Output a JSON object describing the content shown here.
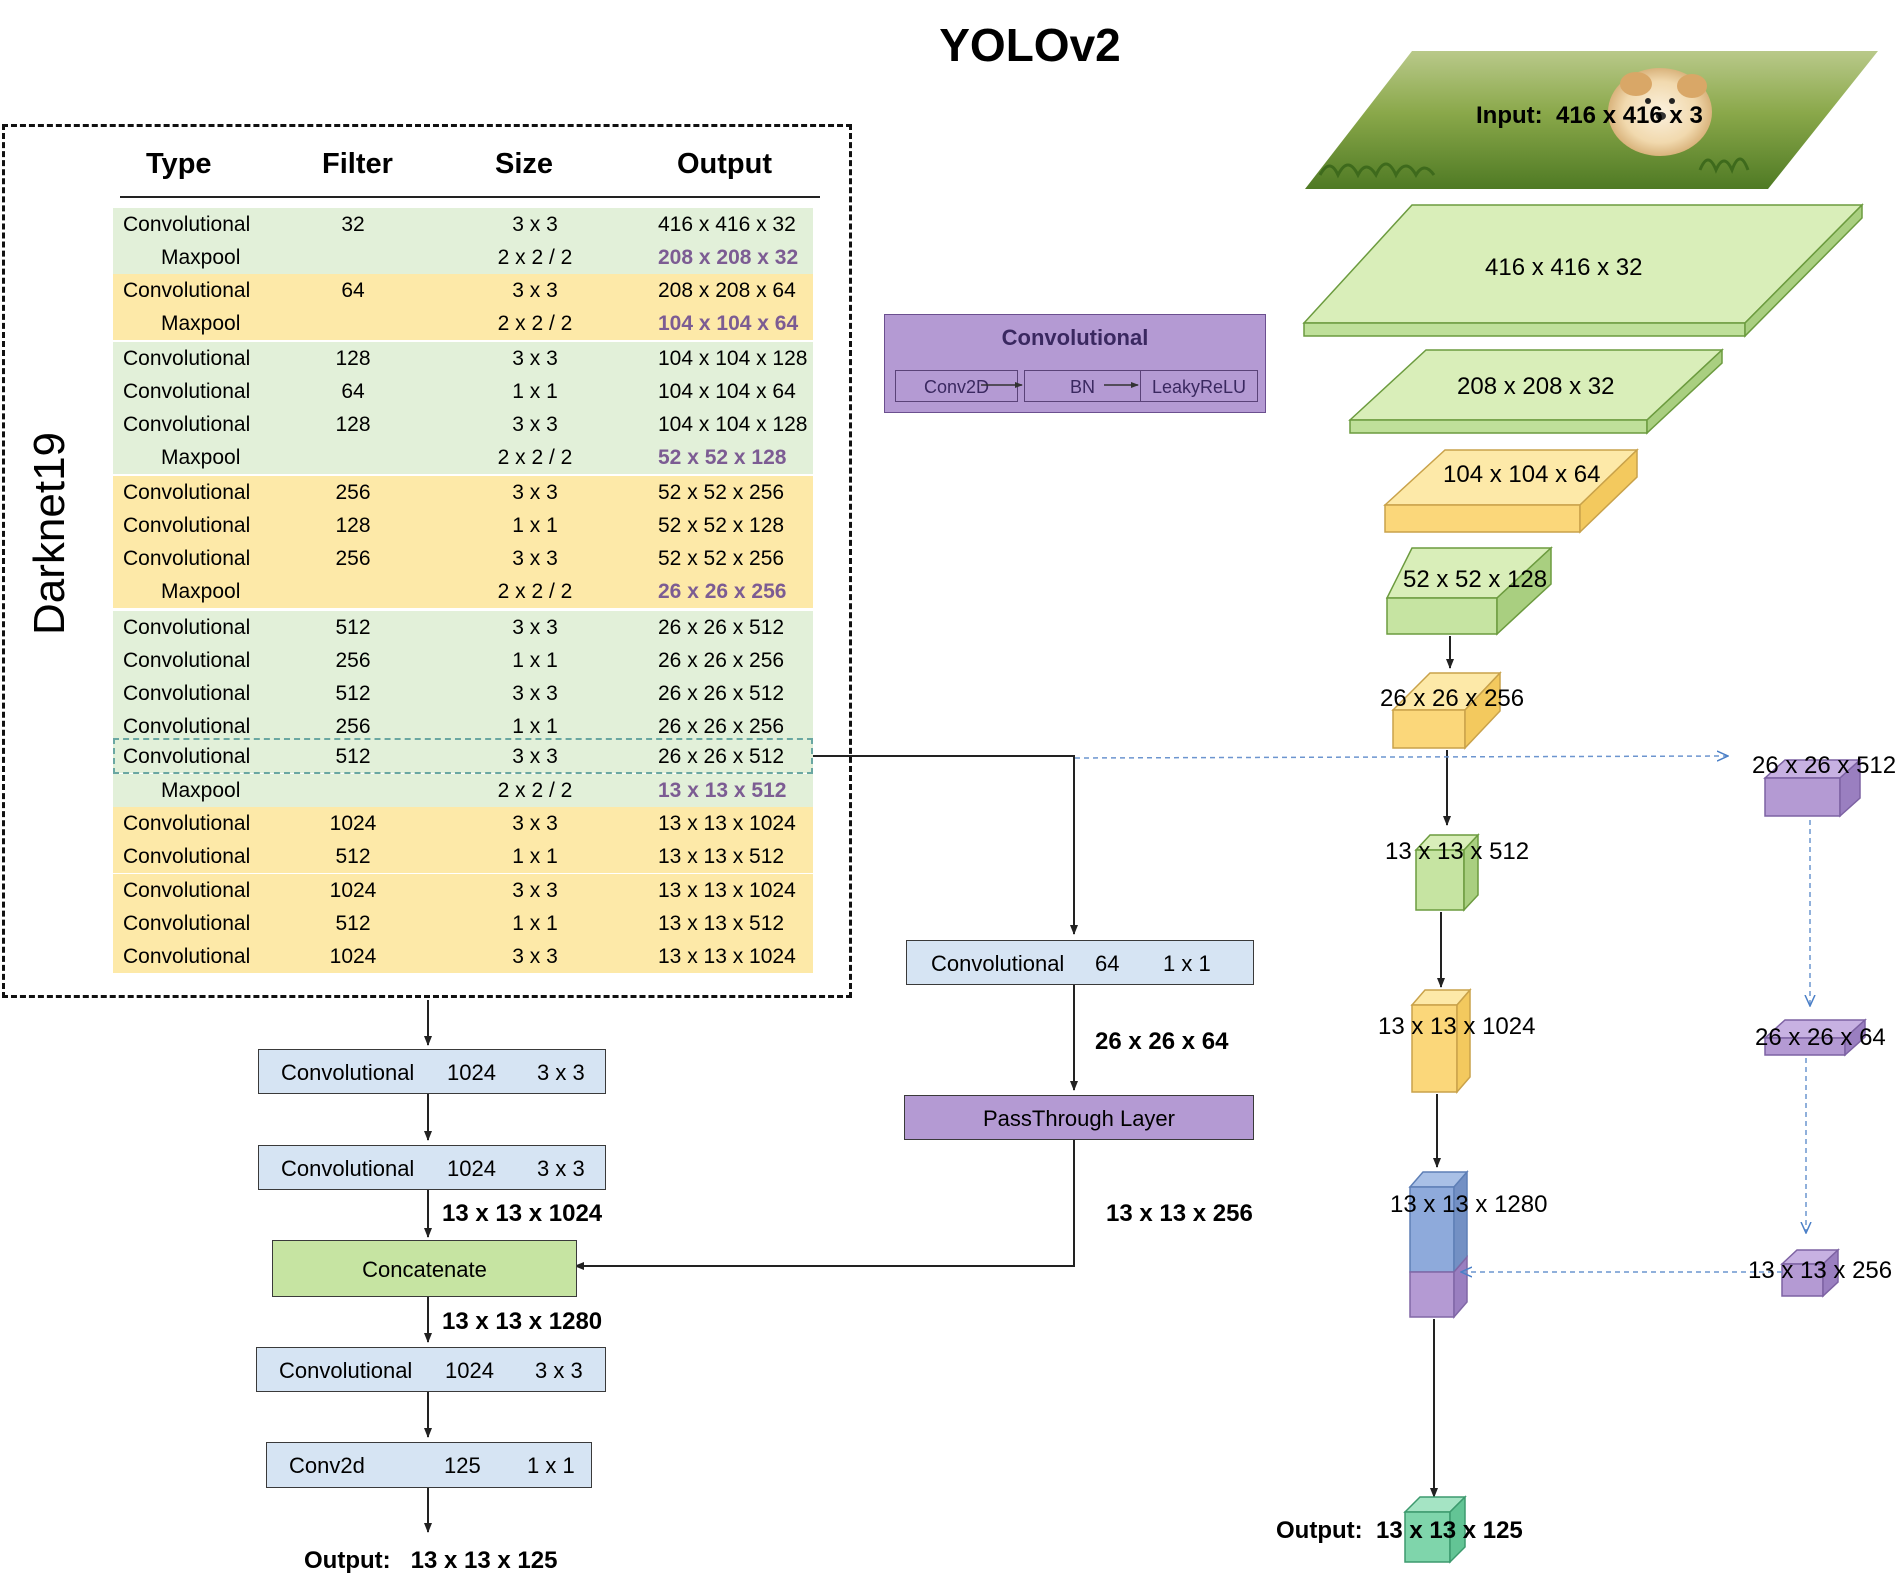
{
  "title": "YOLOv2",
  "darknet": {
    "label": "Darknet19",
    "headers": {
      "type": "Type",
      "filter": "Filter",
      "size": "Size",
      "output": "Output"
    },
    "rows": [
      {
        "type": "Convolutional",
        "filter": "32",
        "size": "3 x 3",
        "output": "416 x 416 x 32"
      },
      {
        "type": "Maxpool",
        "filter": "",
        "size": "2 x 2 / 2",
        "output": "208 x 208 x 32"
      },
      {
        "type": "Convolutional",
        "filter": "64",
        "size": "3 x 3",
        "output": "208 x 208 x 64"
      },
      {
        "type": "Maxpool",
        "filter": "",
        "size": "2 x 2 / 2",
        "output": "104 x 104 x 64"
      },
      {
        "type": "Convolutional",
        "filter": "128",
        "size": "3 x 3",
        "output": "104 x 104 x 128"
      },
      {
        "type": "Convolutional",
        "filter": "64",
        "size": "1 x 1",
        "output": "104 x 104 x 64"
      },
      {
        "type": "Convolutional",
        "filter": "128",
        "size": "3 x 3",
        "output": "104 x 104 x 128"
      },
      {
        "type": "Maxpool",
        "filter": "",
        "size": "2 x 2 / 2",
        "output": "52 x 52 x 128"
      },
      {
        "type": "Convolutional",
        "filter": "256",
        "size": "3 x 3",
        "output": "52 x 52 x 256"
      },
      {
        "type": "Convolutional",
        "filter": "128",
        "size": "1 x 1",
        "output": "52 x 52 x 128"
      },
      {
        "type": "Convolutional",
        "filter": "256",
        "size": "3 x 3",
        "output": "52 x 52 x 256"
      },
      {
        "type": "Maxpool",
        "filter": "",
        "size": "2 x 2 / 2",
        "output": "26 x 26 x 256"
      },
      {
        "type": "Convolutional",
        "filter": "512",
        "size": "3 x 3",
        "output": "26 x 26 x 512"
      },
      {
        "type": "Convolutional",
        "filter": "256",
        "size": "1 x 1",
        "output": "26 x 26 x 256"
      },
      {
        "type": "Convolutional",
        "filter": "512",
        "size": "3 x 3",
        "output": "26 x 26 x 512"
      },
      {
        "type": "Convolutional",
        "filter": "256",
        "size": "1 x 1",
        "output": "26 x 26 x 256"
      },
      {
        "type": "Convolutional",
        "filter": "512",
        "size": "3 x 3",
        "output": "26 x 26 x 512"
      },
      {
        "type": "Maxpool",
        "filter": "",
        "size": "2 x 2 / 2",
        "output": "13 x 13 x 512"
      },
      {
        "type": "Convolutional",
        "filter": "1024",
        "size": "3 x 3",
        "output": "13 x 13 x 1024"
      },
      {
        "type": "Convolutional",
        "filter": "512",
        "size": "1 x 1",
        "output": "13 x 13 x 512"
      },
      {
        "type": "Convolutional",
        "filter": "1024",
        "size": "3 x 3",
        "output": "13 x 13 x 1024"
      },
      {
        "type": "Convolutional",
        "filter": "512",
        "size": "1 x 1",
        "output": "13 x 13 x 512"
      },
      {
        "type": "Convolutional",
        "filter": "1024",
        "size": "3 x 3",
        "output": "13 x 13 x 1024"
      }
    ]
  },
  "legend": {
    "title": "Convolutional",
    "steps": [
      "Conv2D",
      "BN",
      "LeakyReLU"
    ]
  },
  "head": {
    "conv1": {
      "type": "Convolutional",
      "filter": "1024",
      "size": "3 x 3"
    },
    "conv2": {
      "type": "Convolutional",
      "filter": "1024",
      "size": "3 x 3"
    },
    "after_conv2": "13 x 13 x 1024",
    "concat": "Concatenate",
    "after_concat": "13 x 13 x 1280",
    "conv3": {
      "type": "Convolutional",
      "filter": "1024",
      "size": "3 x 3"
    },
    "conv4": {
      "type": "Conv2d",
      "filter": "125",
      "size": "1 x 1"
    },
    "output_label": "Output:",
    "output_value": "13 x 13 x 125"
  },
  "passthrough": {
    "conv": {
      "type": "Convolutional",
      "filter": "64",
      "size": "1 x 1"
    },
    "after_conv": "26 x 26 x 64",
    "layer": "PassThrough Layer",
    "after_layer": "13 x 13 x 256"
  },
  "visual": {
    "input_label": "Input:",
    "input_value": "416 x 416 x 3",
    "layers": [
      "416 x 416 x 32",
      "208 x 208 x 32",
      "104 x 104 x 64",
      "52 x 52 x 128",
      "26 x 26 x 256",
      "13 x 13 x 512",
      "13 x 13 x 1024",
      "13 x 13 x 1280"
    ],
    "side": [
      "26 x 26 x 512",
      "26 x 26 x 64",
      "13 x 13 x 256"
    ],
    "output_label": "Output:",
    "output_value": "13 x 13 x 125"
  },
  "colors": {
    "green": "#e2f0d9",
    "yellow": "#fde9a8",
    "blue_box": "#d6e4f3",
    "purple": "#b49ad3",
    "concat_green": "#c6e4a2",
    "pool_text": "#7c5c93"
  }
}
